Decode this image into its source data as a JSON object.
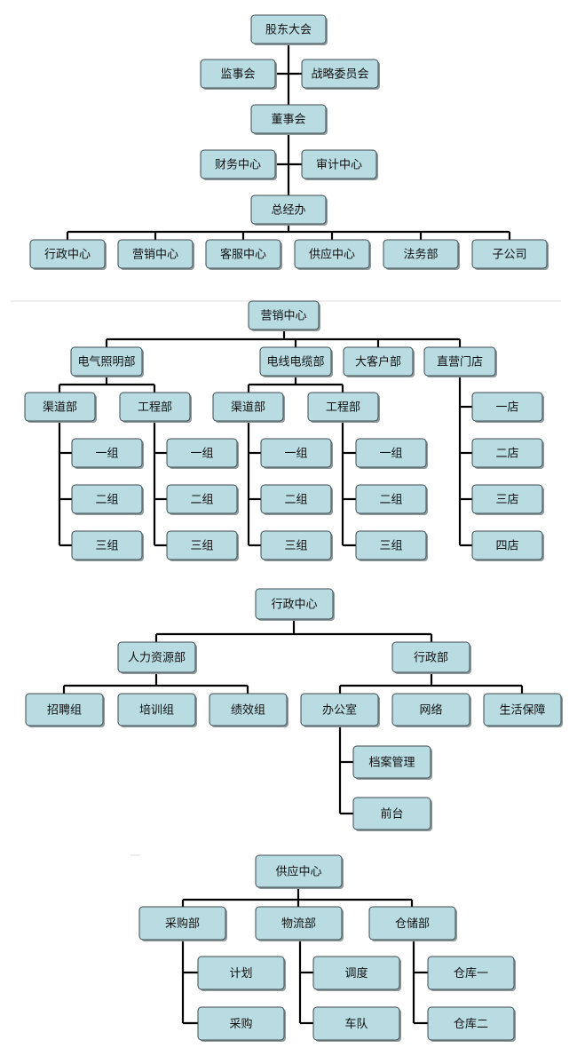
{
  "nodes": {
    "gudong": "股东大会",
    "jianshi": "监事会",
    "zhanlue": "战略委员会",
    "dongshi": "董事会",
    "caiwu": "财务中心",
    "shenji": "审计中心",
    "zongjing": "总经办",
    "xingzheng": "行政中心",
    "yingxiao": "营销中心",
    "kefu": "客服中心",
    "gongying": "供应中心",
    "fawu": "法务部",
    "zigongsi": "子公司",
    "m_root": "营销中心",
    "m_dq": "电气照明部",
    "m_dx": "电线电缆部",
    "m_dkh": "大客户部",
    "m_zy": "直营门店",
    "m_dq_qd": "渠道部",
    "m_dq_gc": "工程部",
    "m_dx_qd": "渠道部",
    "m_dx_gc": "工程部",
    "g1": "一组",
    "g2": "二组",
    "g3": "三组",
    "s1": "一店",
    "s2": "二店",
    "s3": "三店",
    "s4": "四店",
    "x_root": "行政中心",
    "x_rl": "人力资源部",
    "x_xz": "行政部",
    "x_zp": "招聘组",
    "x_px": "培训组",
    "x_jx": "绩效组",
    "x_bgs": "办公室",
    "x_wl": "网络",
    "x_shbz": "生活保障",
    "x_dagl": "档案管理",
    "x_qt": "前台",
    "g_root": "供应中心",
    "g_cg": "采购部",
    "g_wl": "物流部",
    "g_cc": "仓储部",
    "g_jh": "计划",
    "g_cgx": "采购",
    "g_dd": "调度",
    "g_cd": "车队",
    "g_ck1": "仓库一",
    "g_ck2": "仓库二"
  }
}
